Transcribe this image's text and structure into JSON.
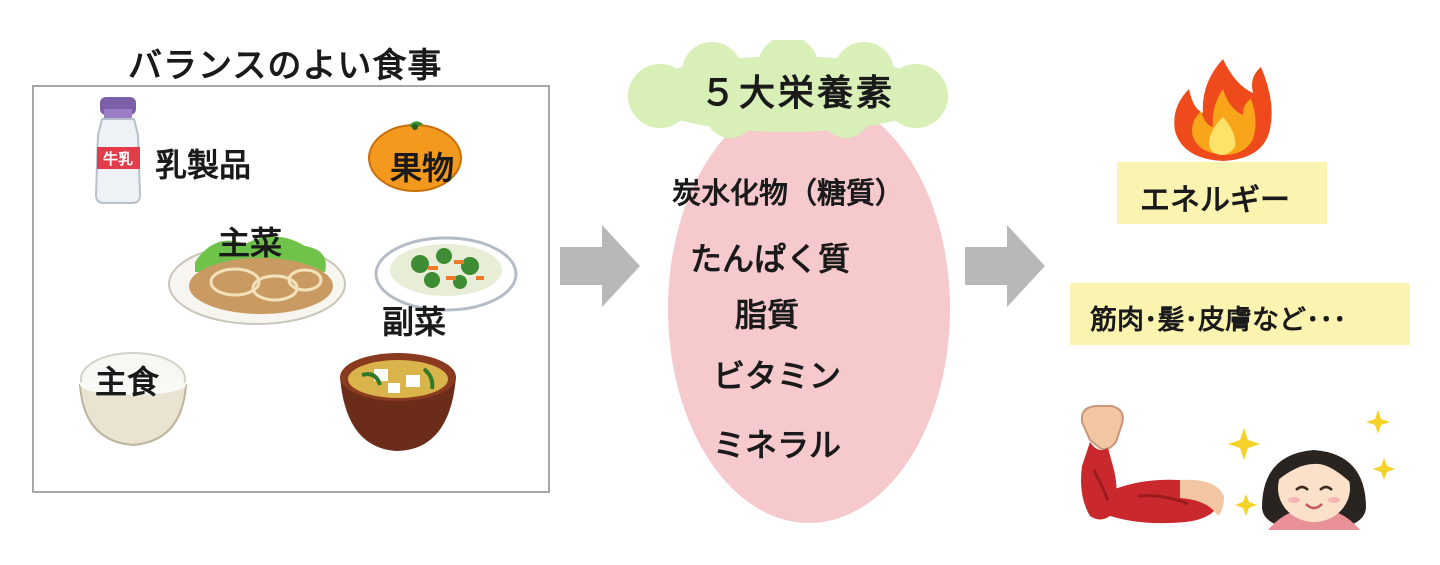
{
  "meal": {
    "title": "バランスのよい食事",
    "items": {
      "dairy": "乳製品",
      "fruit": "果物",
      "main_dish": "主菜",
      "side_dish": "副菜",
      "staple": "主食"
    },
    "milk_label": "牛乳"
  },
  "nutrients": {
    "title": "５大栄養素",
    "list": [
      "炭水化物（糖質）",
      "たんぱく質",
      "脂質",
      "ビタミン",
      "ミネラル"
    ]
  },
  "roles": {
    "energy": "エネルギー",
    "body": "筋肉･髪･皮膚など･･･"
  },
  "colors": {
    "oval": "#f6c9cc",
    "cloud": "#d8f0b8",
    "label_box": "#fbf4b0",
    "arrow": "#b8b8b8"
  },
  "icons": [
    "milk-bottle-icon",
    "orange-icon",
    "ginger-pork-plate-icon",
    "vegetable-salad-icon",
    "rice-bowl-icon",
    "miso-soup-icon",
    "fire-icon",
    "arm-muscle-icon",
    "sparkling-girl-icon",
    "right-arrow-icon"
  ]
}
